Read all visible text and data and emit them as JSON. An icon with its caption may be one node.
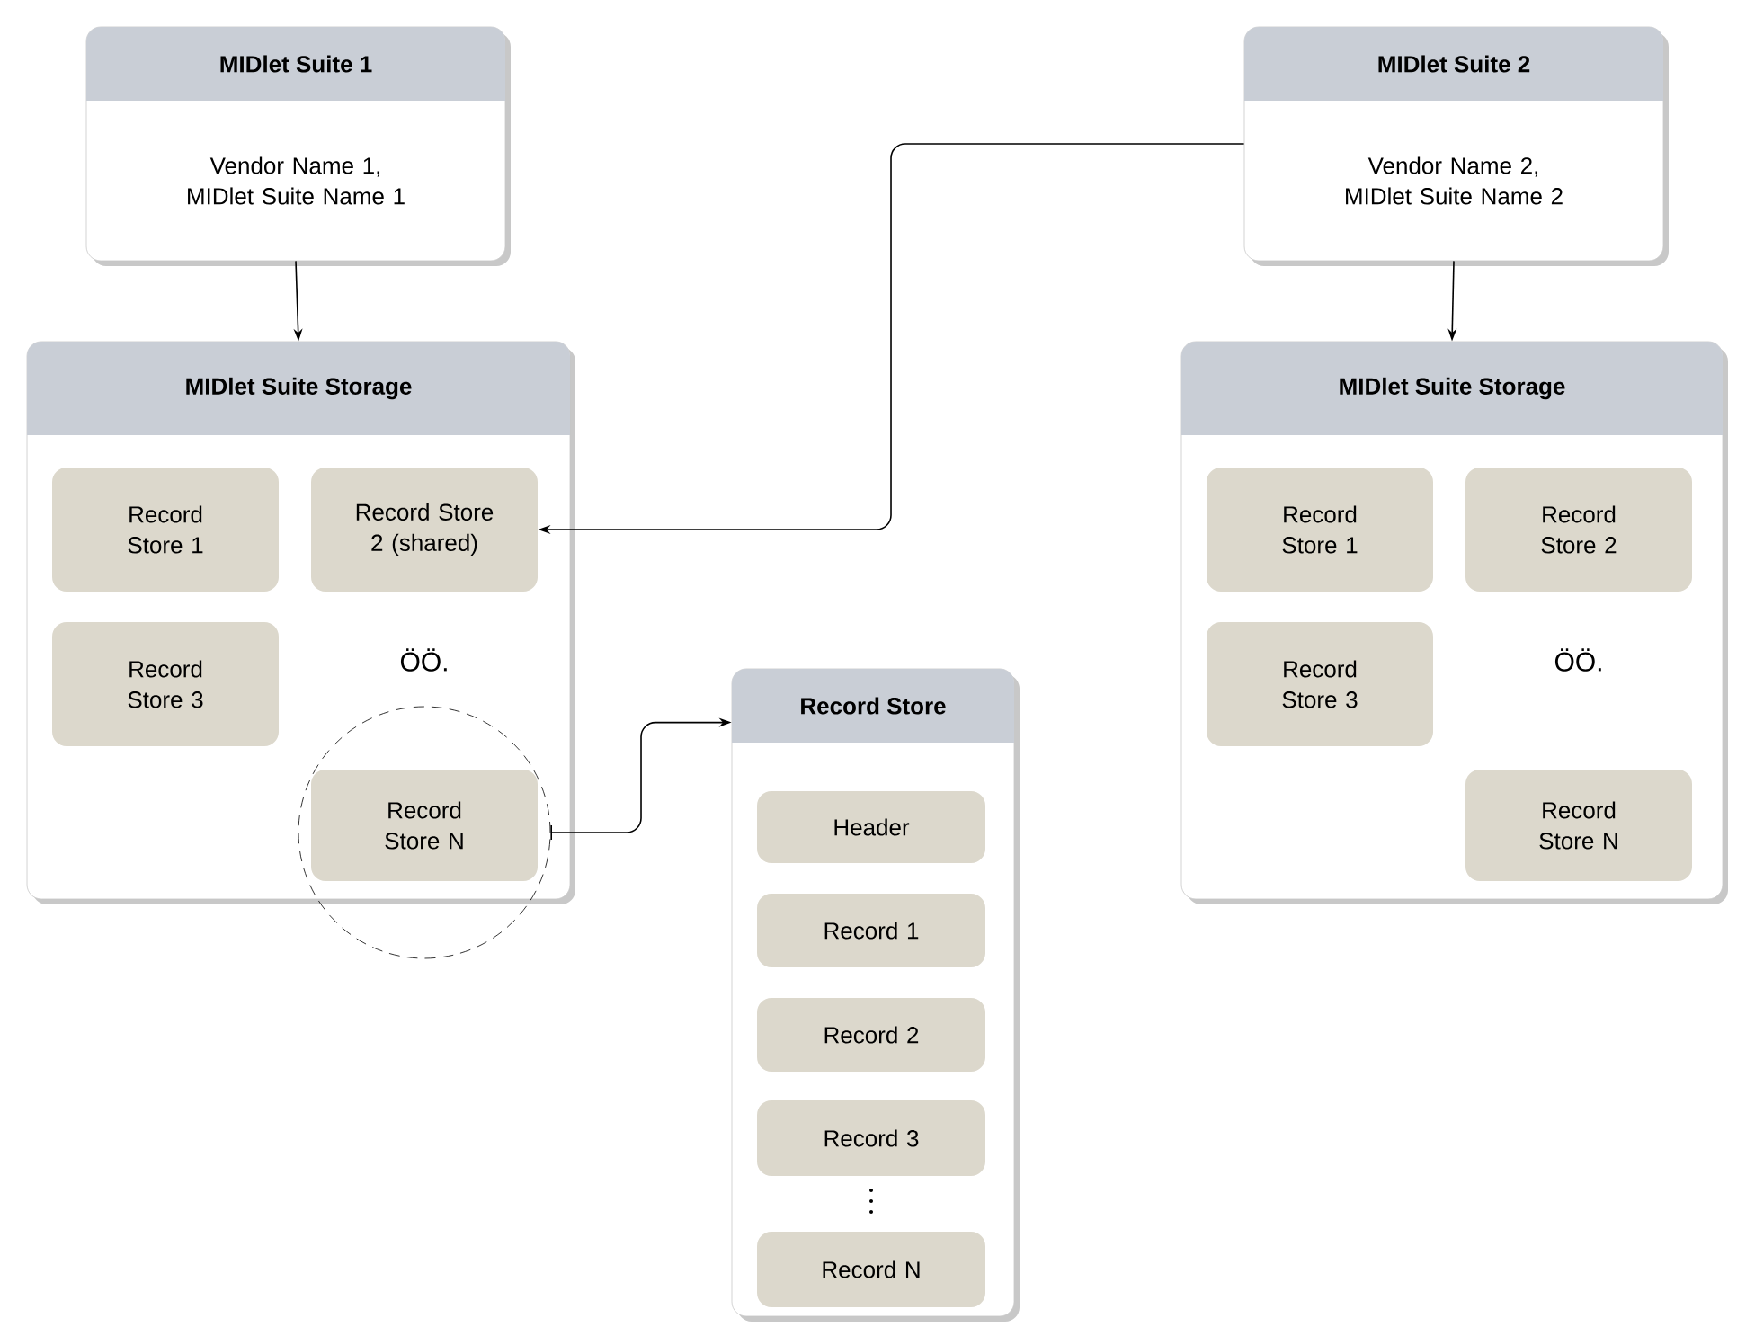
{
  "diagram": {
    "nodes": [
      {
        "text": [
          "MIDlet Suite 1",
          "Vendor Name 1, MIDlet Suite Name 1"
        ]
      },
      {
        "text": [
          "MIDlet Suite 2",
          "Vendor Name 2, MIDlet Suite Name 2"
        ]
      },
      {
        "text": [
          "MIDlet Suite Storage"
        ]
      },
      {
        "text": [
          "Record Store 1"
        ],
        "in": 2
      },
      {
        "text": [
          "Record Store 2 (shared)"
        ],
        "in": 2
      },
      {
        "text": [
          "Record Store 3"
        ],
        "in": 2
      },
      {
        "text": [
          "Record Store N"
        ]
      },
      {
        "text": [],
        "shape": "circle"
      },
      {
        "text": [
          "Record Store"
        ]
      },
      {
        "text": [
          "Header"
        ],
        "in": 8
      },
      {
        "text": [
          "Record 1"
        ],
        "in": 8
      },
      {
        "text": [
          "Record 2"
        ],
        "in": 8
      },
      {
        "text": [
          "Record 3"
        ],
        "in": 8
      },
      {
        "text": [
          "Record N"
        ],
        "in": 8
      },
      {
        "text": [
          "MIDlet Suite Storage"
        ]
      },
      {
        "text": [
          "Record Store 1"
        ],
        "in": 14
      },
      {
        "text": [
          "Record Store 2"
        ],
        "in": 14
      },
      {
        "text": [
          "Record Store 3"
        ],
        "in": 14
      },
      {
        "text": [
          "Record Store N"
        ],
        "in": 14
      }
    ],
    "edges": [
      {
        "from": 0,
        "to": 2,
        "arrow": "to"
      },
      {
        "from": 1,
        "to": 14,
        "arrow": "to"
      },
      {
        "from": 1,
        "to": 4,
        "arrow": "to"
      },
      {
        "from": 7,
        "to": 8,
        "arrow": "to"
      }
    ],
    "labels": [
      "ÖÖ.",
      "ÖÖ."
    ]
  }
}
